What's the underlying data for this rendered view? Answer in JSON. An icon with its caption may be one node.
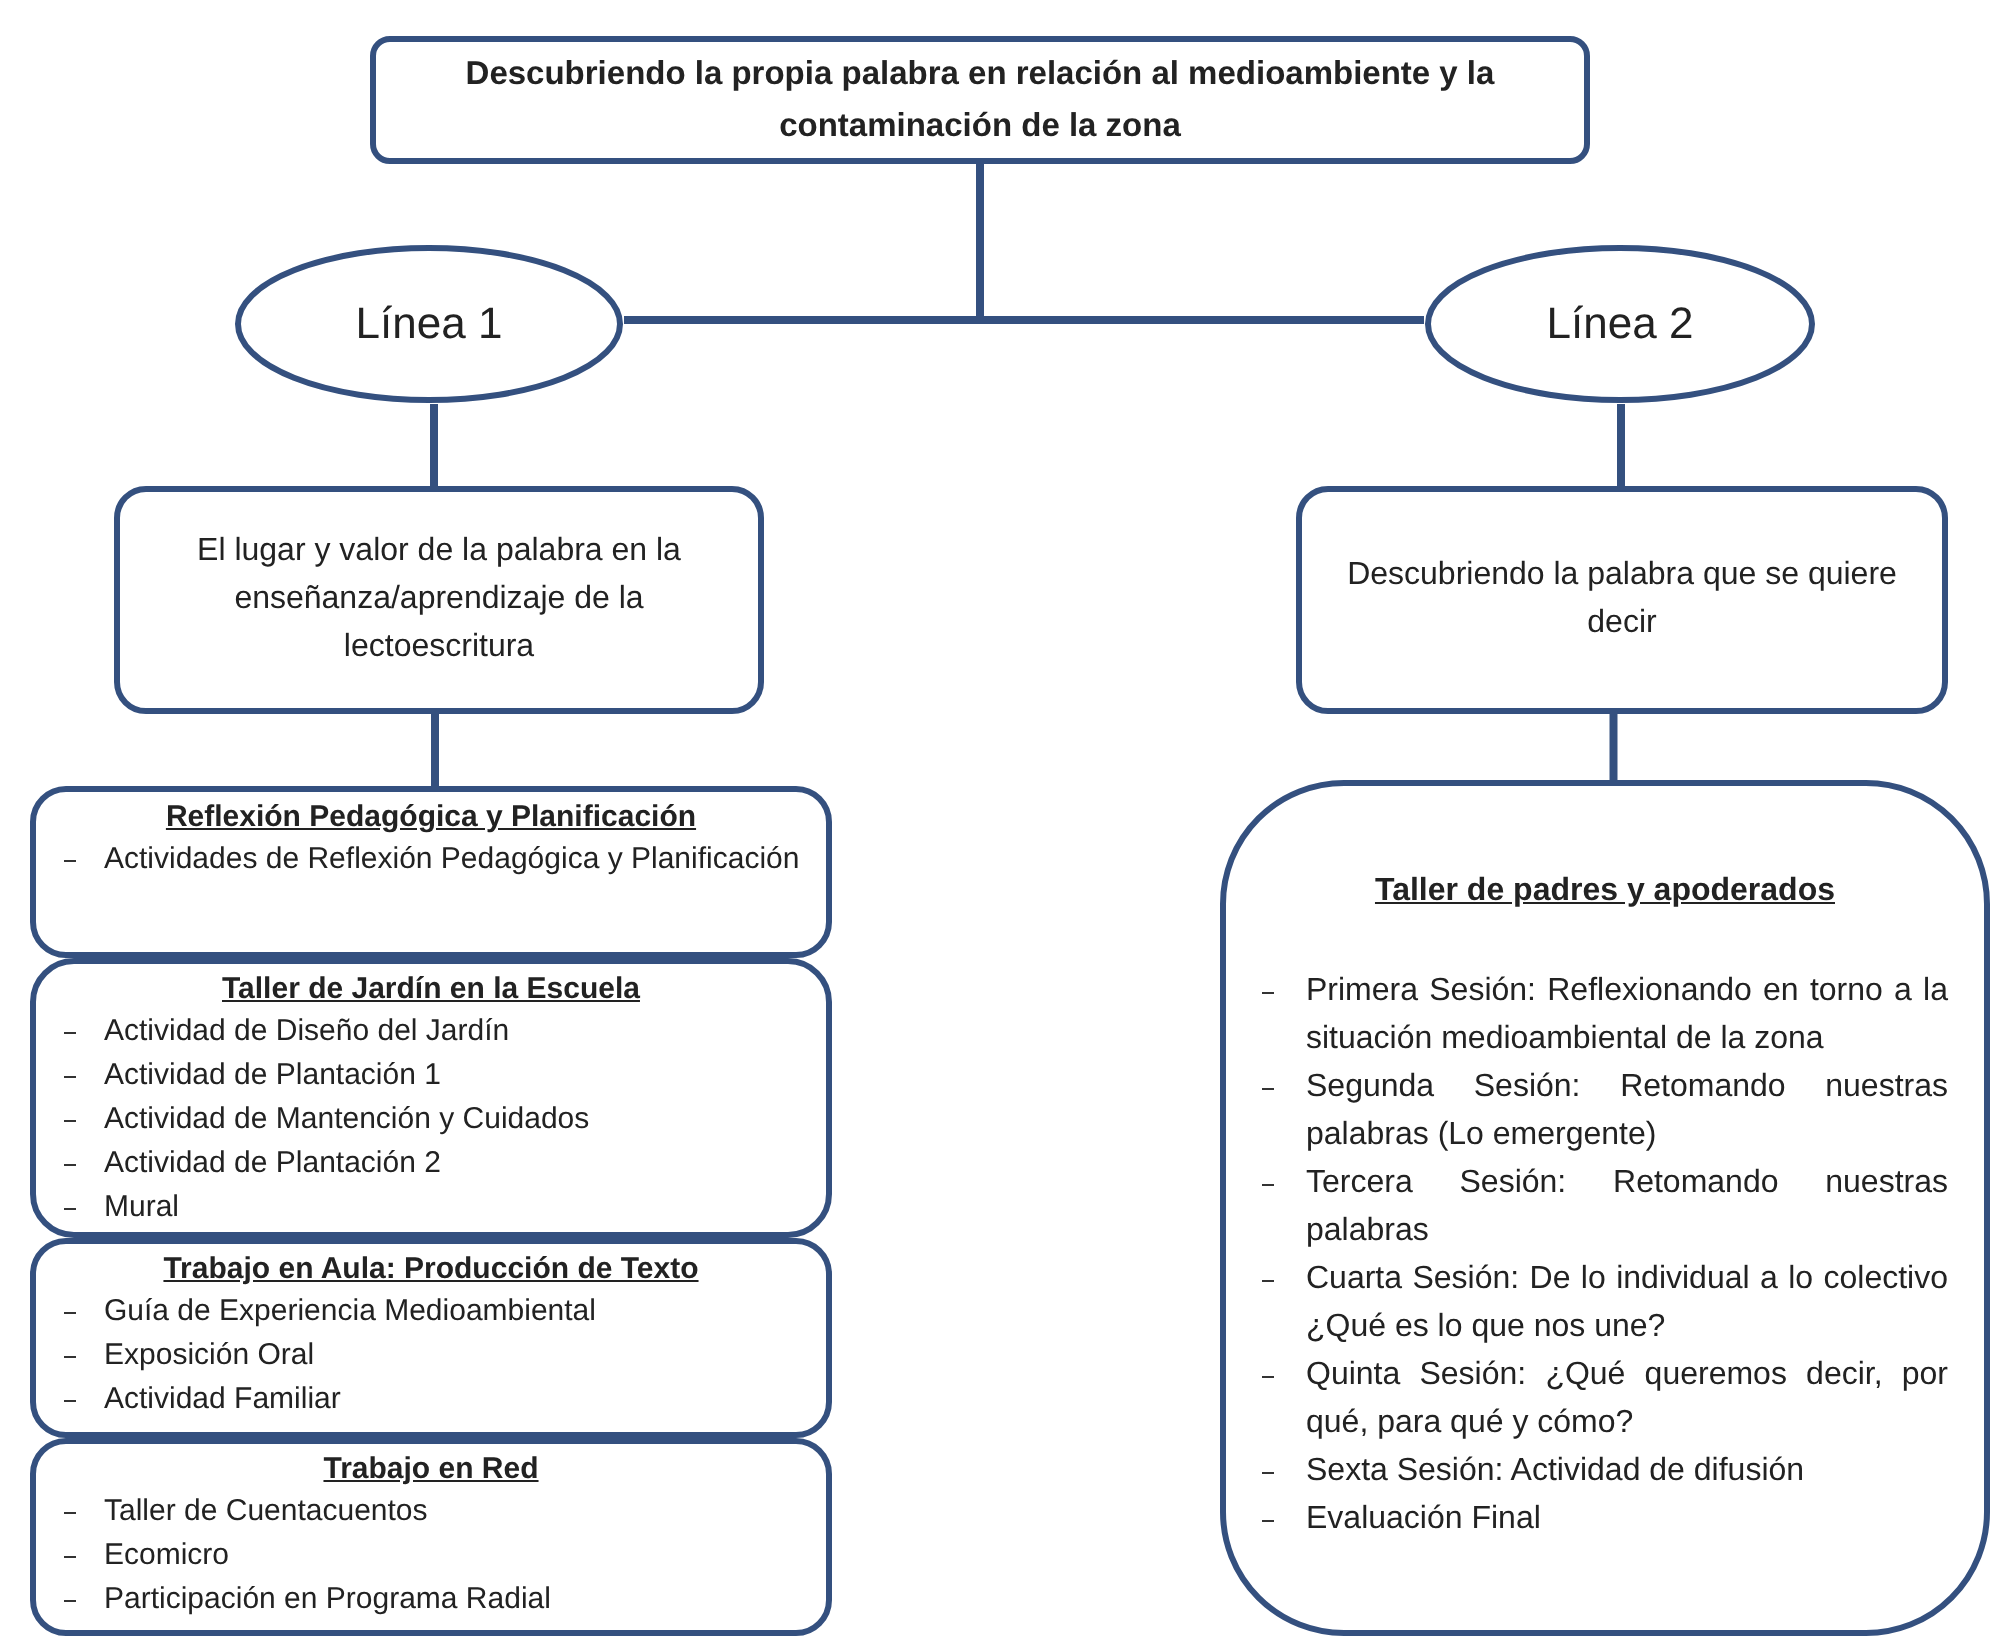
{
  "diagram": {
    "nodes": [
      {
        "text": [
          "Descubriendo la propia palabra en relación al medioambiente y la contaminación de la zona"
        ]
      },
      {
        "text": [
          "Línea 1"
        ]
      },
      {
        "text": [
          "Línea 2"
        ]
      },
      {
        "text": [
          "El lugar y valor de la palabra en la enseñanza/aprendizaje de la lectoescritura"
        ]
      },
      {
        "text": [
          "Descubriendo la palabra que se quiere decir"
        ]
      },
      {
        "text": [
          "Reflexión Pedagógica y Planificación",
          "Actividades de Reflexión Pedagógica y Planificación"
        ]
      },
      {
        "text": [
          "Taller de Jardín en la Escuela",
          "Actividad de Diseño del Jardín",
          "Actividad de Plantación 1",
          "Actividad de Mantención y Cuidados",
          "Actividad de Plantación 2",
          "Mural"
        ]
      },
      {
        "text": [
          "Trabajo en Aula: Producción de Texto",
          "Guía de Experiencia Medioambiental",
          "Exposición Oral",
          "Actividad Familiar"
        ]
      },
      {
        "text": [
          "Trabajo en Red",
          "Taller de Cuentacuentos",
          "Ecomicro",
          "Participación en Programa Radial"
        ]
      },
      {
        "text": [
          "Taller de padres y apoderados",
          "Primera Sesión: Reflexionando en torno a la situación medioambiental de la zona",
          "Segunda Sesión: Retomando nuestras palabras (Lo emergente)",
          "Tercera Sesión: Retomando nuestras palabras",
          "Cuarta Sesión: De lo individual a lo colectivo ¿Qué es lo que nos une?",
          "Quinta Sesión: ¿Qué queremos decir, por qué, para qué y cómo?",
          "Sexta Sesión: Actividad de difusión",
          "Evaluación Final"
        ]
      }
    ],
    "edges": [
      {
        "from": 0,
        "to": 1,
        "arrow": "none"
      },
      {
        "from": 0,
        "to": 2,
        "arrow": "none"
      },
      {
        "from": 1,
        "to": 3,
        "arrow": "none"
      },
      {
        "from": 3,
        "to": 5,
        "arrow": "none"
      },
      {
        "from": 2,
        "to": 4,
        "arrow": "none"
      },
      {
        "from": 4,
        "to": 9,
        "arrow": "none"
      }
    ]
  }
}
